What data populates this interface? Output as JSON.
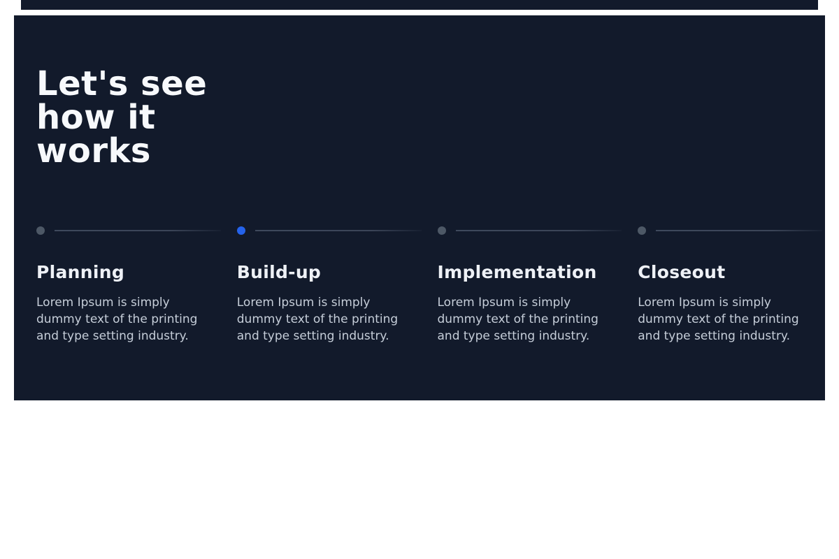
{
  "theme": {
    "panel_bg": "#121a2b",
    "dot_inactive_color": "#4d5866",
    "dot_active_color": "#2563eb",
    "heading_color": "#f7f9fc",
    "step_title_color": "#eef1f6",
    "body_text_color": "#c6ced9"
  },
  "hero": {
    "title": "Let's see how it works",
    "title_lines": [
      "Let's see",
      "how it",
      "works"
    ]
  },
  "steps": [
    {
      "title": "Planning",
      "active": false,
      "body": "Lorem Ipsum is simply dummy text of the printing and type setting industry.",
      "body_lines": [
        "Lorem Ipsum is simply",
        "dummy text of the printing",
        "and type setting industry."
      ]
    },
    {
      "title": "Build-up",
      "active": true,
      "body": "Lorem Ipsum is simply dummy text of the printing and type setting industry.",
      "body_lines": [
        "Lorem Ipsum is simply",
        "dummy text of the printing",
        "and type setting industry."
      ]
    },
    {
      "title": "Implementation",
      "active": false,
      "body": "Lorem Ipsum is simply dummy text of the printing and type setting industry.",
      "body_lines": [
        "Lorem Ipsum is simply",
        "dummy text of the printing",
        "and type setting industry."
      ]
    },
    {
      "title": "Closeout",
      "active": false,
      "body": "Lorem Ipsum is simply dummy text of the printing and type setting industry.",
      "body_lines": [
        "Lorem Ipsum is simply",
        "dummy text of the printing",
        "and type setting industry."
      ]
    }
  ]
}
